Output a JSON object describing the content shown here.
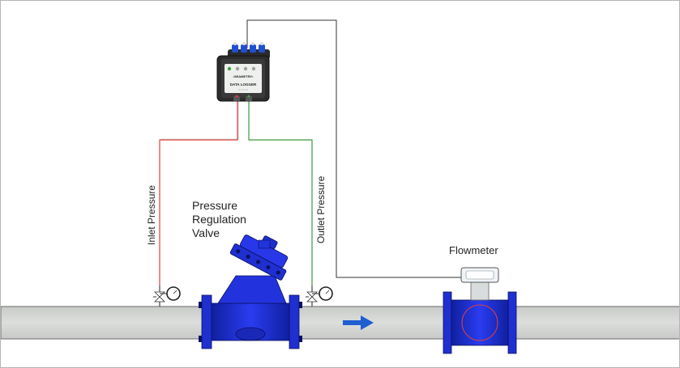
{
  "labels": {
    "inlet_pressure": "Inlet Pressure",
    "outlet_pressure": "Outlet Pressure",
    "valve_line1": "Pressure",
    "valve_line2": "Regulation",
    "valve_line3": "Valve",
    "flowmeter": "Flowmeter"
  },
  "logger": {
    "brand": "•SEAMETRY•",
    "model": "DATA LOGGER",
    "sub": "○ ○ ○ ○"
  },
  "colors": {
    "inlet_wire": "#e04040",
    "outlet_wire": "#3a9a3a",
    "signal_wire": "#333333",
    "pipe": "#d4d6d4",
    "valve_blue": "#1f2fd0",
    "flow_arrow": "#1f5fd0"
  },
  "icons": [
    "data-logger-icon",
    "pressure-gauge-icon",
    "valve-icon",
    "flowmeter-icon",
    "flow-arrow-icon"
  ]
}
